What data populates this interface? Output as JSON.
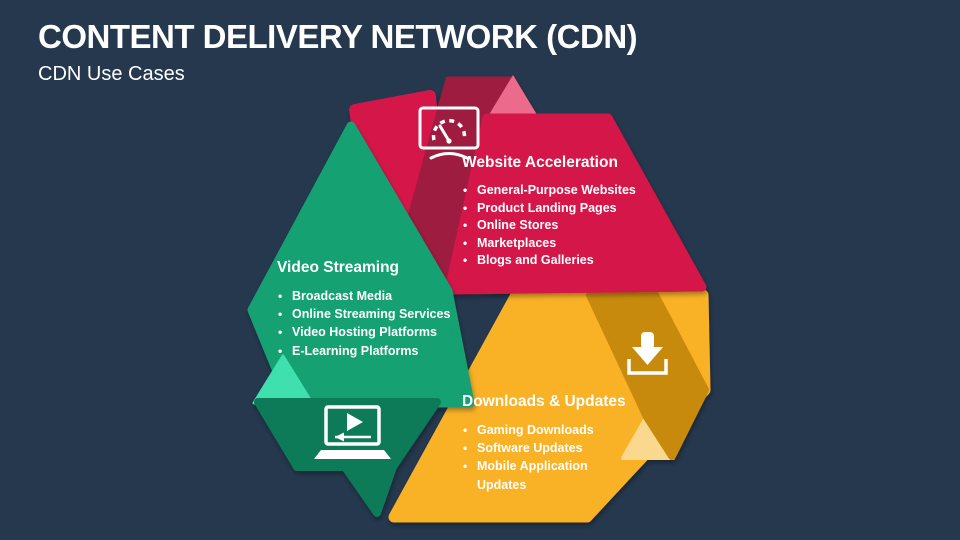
{
  "slide": {
    "title": "CONTENT DELIVERY NETWORK (CDN)",
    "subtitle": "CDN Use Cases"
  },
  "colors": {
    "background": "#25384E",
    "crimson": "#D5164A",
    "maroon": "#9E1C3F",
    "pink": "#EC6A8B",
    "green": "#12A173",
    "green_dark": "#0A7A58",
    "mint": "#3FE0AE",
    "amber": "#F9B127",
    "gold_dark": "#C78A0B",
    "yellow_light": "#FAD88E",
    "icon": "#FFFFFF",
    "text": "#FFFFFF"
  },
  "panels": [
    {
      "id": "website-acceleration",
      "icon": "speedometer-monitor-icon",
      "title": "Website Acceleration",
      "bullets": [
        "General-Purpose Websites",
        "Product Landing Pages",
        "Online Stores",
        "Marketplaces",
        "Blogs and Galleries"
      ]
    },
    {
      "id": "video-streaming",
      "icon": "laptop-video-player-icon",
      "title": "Video Streaming",
      "bullets": [
        "Broadcast Media",
        "Online Streaming Services",
        "Video Hosting Platforms",
        "E-Learning Platforms"
      ]
    },
    {
      "id": "downloads-updates",
      "icon": "download-icon",
      "title": "Downloads & Updates",
      "bullets": [
        "Gaming Downloads",
        "Software Updates",
        "Mobile Application Updates"
      ]
    }
  ]
}
